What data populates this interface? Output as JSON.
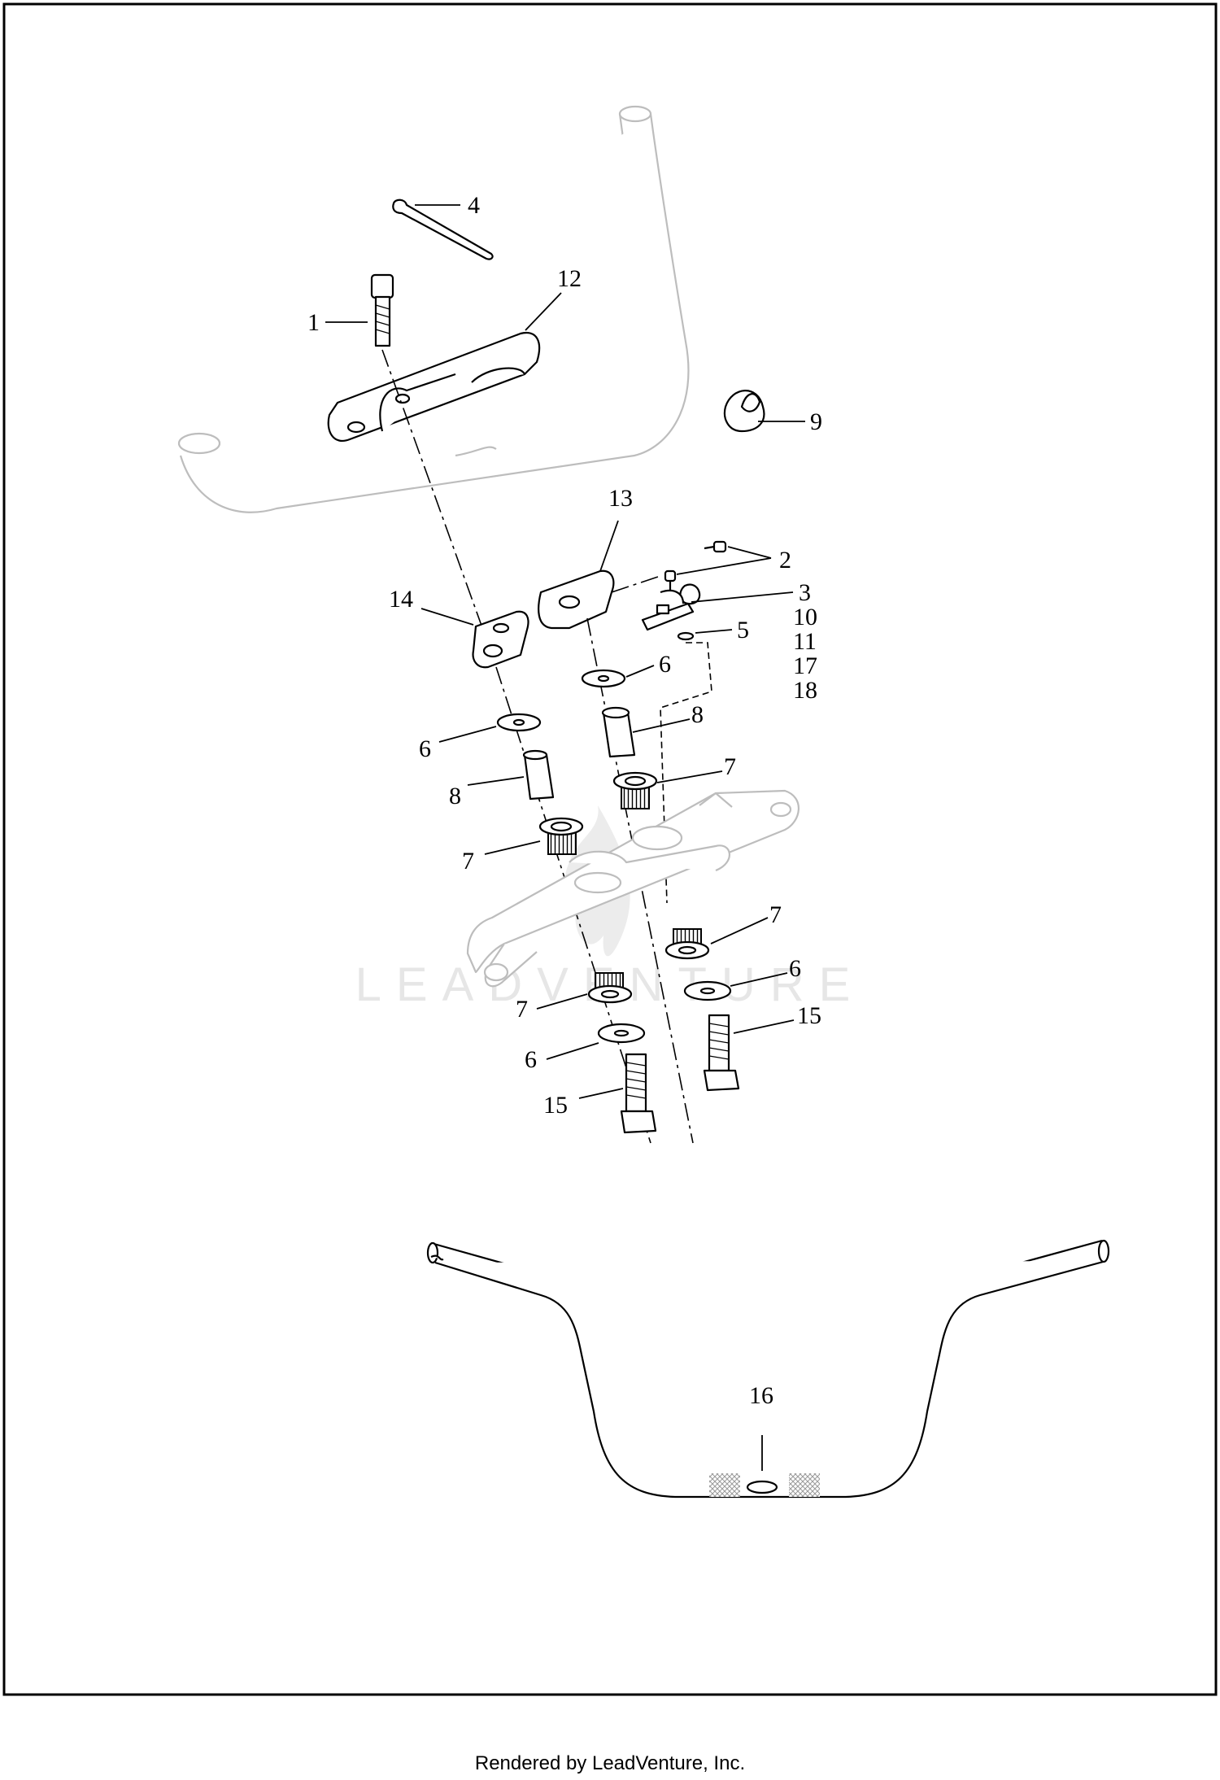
{
  "watermark": {
    "text": "LEADVENTURE"
  },
  "callouts": [
    "1",
    "2",
    "3",
    "4",
    "5",
    "6",
    "7",
    "8",
    "9",
    "10",
    "11",
    "12",
    "13",
    "14",
    "15",
    "16",
    "17",
    "18"
  ],
  "labels": {
    "c4": "4",
    "c12": "12",
    "c1": "1",
    "c9": "9",
    "c13": "13",
    "c2": "2",
    "c14": "14",
    "c3": "3",
    "c10": "10",
    "c5": "5",
    "c11": "11",
    "c6a": "6",
    "c17": "17",
    "c18": "18",
    "c8a": "8",
    "c6b": "6",
    "c8b": "8",
    "c7a": "7",
    "c7b": "7",
    "c7c": "7",
    "c6c": "6",
    "c15a": "15",
    "c7d": "7",
    "c6d": "6",
    "c15b": "15",
    "c16": "16"
  },
  "footer": {
    "text": "Rendered by LeadVenture, Inc."
  }
}
